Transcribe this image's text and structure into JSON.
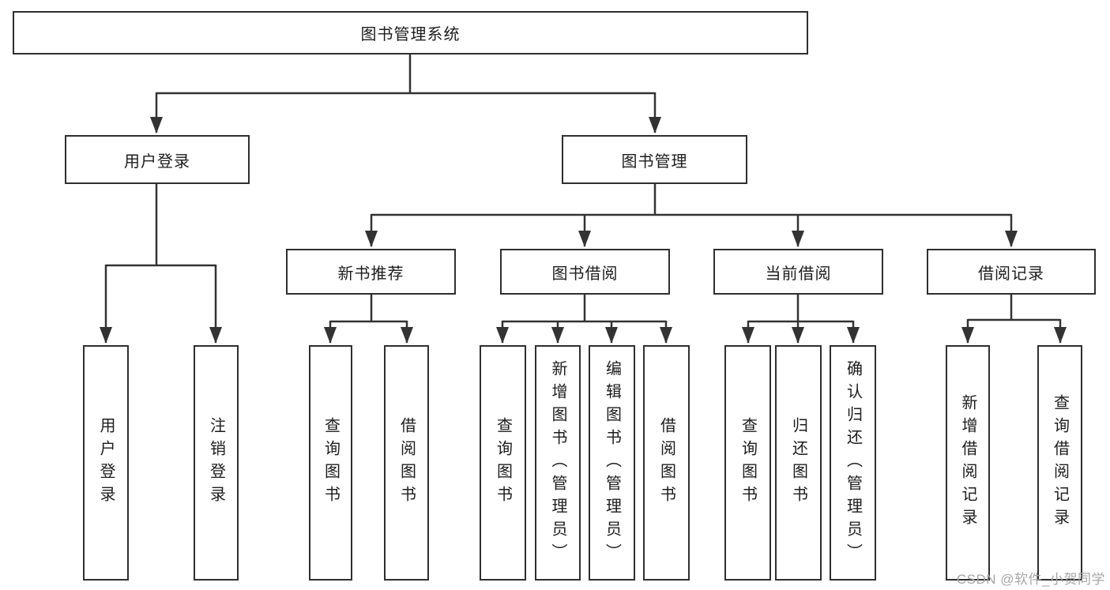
{
  "diagram": {
    "title_node": "图书管理系统",
    "branches": {
      "user_login": "用户登录",
      "book_management": "图书管理"
    },
    "modules": {
      "new_book_recommend": "新书推荐",
      "book_borrow": "图书借阅",
      "current_borrow": "当前借阅",
      "borrow_record": "借阅记录"
    },
    "leaves": {
      "user_login": "用户登录",
      "logout": "注销登录",
      "query_book_1": "查询图书",
      "borrow_book_1": "借阅图书",
      "query_book_2": "查询图书",
      "add_book_admin": "新增图书（管理员）",
      "edit_book_admin": "编辑图书（管理员）",
      "borrow_book_2": "借阅图书",
      "query_book_3": "查询图书",
      "return_book": "归还图书",
      "confirm_return_admin": "确认归还（管理员）",
      "add_borrow_record": "新增借阅记录",
      "query_borrow_record": "查询借阅记录"
    }
  },
  "colors": {
    "line": "#333333",
    "box_border": "#2f2f2f",
    "box_fill": "#ffffff",
    "text": "#1c1c1c",
    "watermark": "#a6a6a6"
  },
  "watermark": "CSDN @软件_小贺同学"
}
